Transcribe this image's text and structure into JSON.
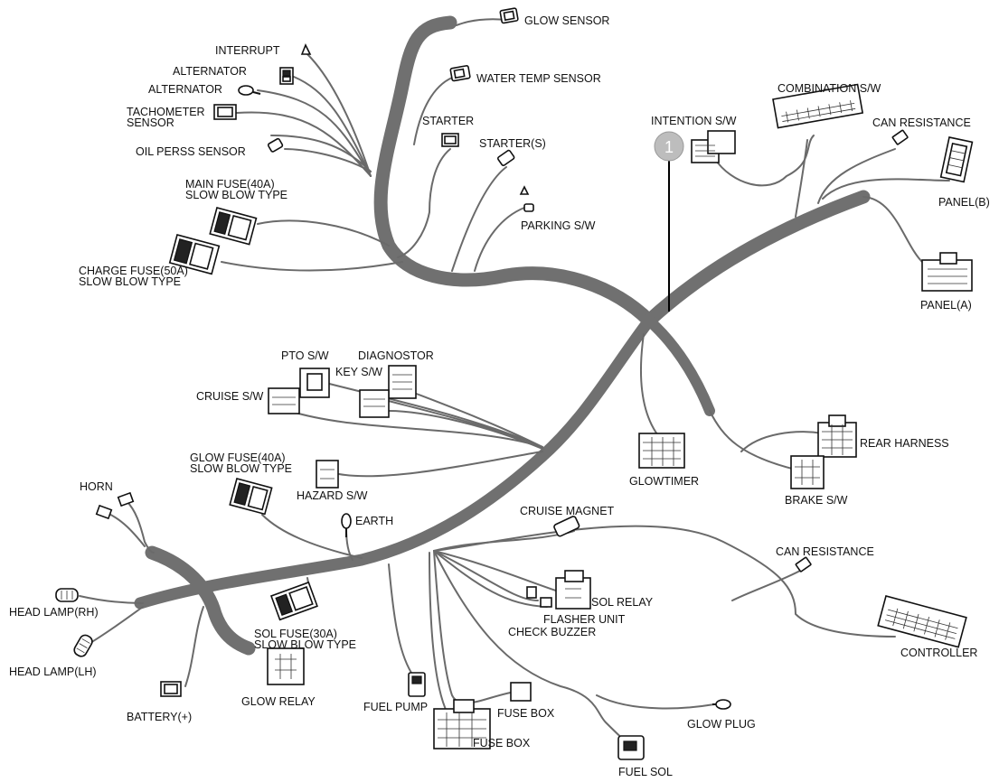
{
  "callout": {
    "number": "1"
  },
  "labels": {
    "glow_sensor": "GLOW SENSOR",
    "water_temp_sensor": "WATER TEMP SENSOR",
    "interrupt": "INTERRUPT",
    "alternator_connector": "ALTERNATOR",
    "alternator_ring": "ALTERNATOR",
    "tachometer_sensor_line1": "TACHOMETER",
    "tachometer_sensor_line2": "SENSOR",
    "oil_press_sensor": "OIL PERSS SENSOR",
    "starter": "STARTER",
    "starter_s": "STARTER(S)",
    "main_fuse_line1": "MAIN FUSE(40A)",
    "main_fuse_line2": "SLOW BLOW TYPE",
    "parking_sw": "PARKING S/W",
    "charge_fuse_line1": "CHARGE FUSE(50A)",
    "charge_fuse_line2": "SLOW BLOW TYPE",
    "intention_sw": "INTENTION S/W",
    "combination_sw": "COMBINATION S/W",
    "can_resistance_top": "CAN RESISTANCE",
    "panel_b": "PANEL(B)",
    "panel_a": "PANEL(A)",
    "pto_sw": "PTO S/W",
    "diagnostor": "DIAGNOSTOR",
    "key_sw": "KEY S/W",
    "cruise_sw": "CRUISE S/W",
    "glow_fuse_line1": "GLOW FUSE(40A)",
    "glow_fuse_line2": "SLOW BLOW TYPE",
    "hazard_sw": "HAZARD S/W",
    "horn": "HORN",
    "earth": "EARTH",
    "rear_harness": "REAR HARNESS",
    "glowtimer": "GLOWTIMER",
    "brake_sw": "BRAKE S/W",
    "cruise_magnet": "CRUISE MAGNET",
    "can_resistance_bottom": "CAN RESISTANCE",
    "head_lamp_rh": "HEAD LAMP(RH)",
    "head_lamp_lh": "HEAD LAMP(LH)",
    "sol_fuse_line1": "SOL FUSE(30A)",
    "sol_fuse_line2": "SLOW BLOW TYPE",
    "sol_relay": "SOL RELAY",
    "flasher_unit": "FLASHER UNIT",
    "check_buzzer": "CHECK BUZZER",
    "controller": "CONTROLLER",
    "battery": "BATTERY(+)",
    "glow_relay": "GLOW RELAY",
    "fuel_pump": "FUEL PUMP",
    "fuse_box_upper": "FUSE BOX",
    "fuse_box_lower": "FUSE BOX",
    "glow_plug": "GLOW PLUG",
    "fuel_sol": "FUEL SOL"
  }
}
